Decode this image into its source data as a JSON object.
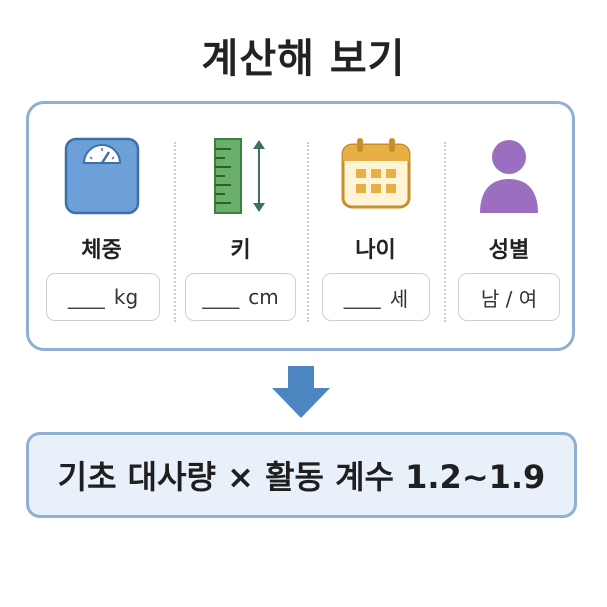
{
  "title": "계산해 보기",
  "inputs": [
    {
      "label": "체중",
      "unit": "kg",
      "blank": "____",
      "icon": "scale-icon"
    },
    {
      "label": "키",
      "unit": "cm",
      "blank": "____",
      "icon": "ruler-icon"
    },
    {
      "label": "나이",
      "unit": "세",
      "blank": "____",
      "icon": "calendar-icon"
    },
    {
      "label": "성별",
      "unit": "남 / 여",
      "icon": "person-icon"
    }
  ],
  "formula": "기초 대사량 × 활동 계수 1.2~1.9",
  "colors": {
    "accent_border": "#8fb0d2",
    "arrow": "#4d85c0",
    "formula_bg": "#e8f0fa",
    "scale": "#6d9fd9",
    "ruler": "#6ab06a",
    "calendar": "#e6b044",
    "person": "#9a6fc0"
  }
}
